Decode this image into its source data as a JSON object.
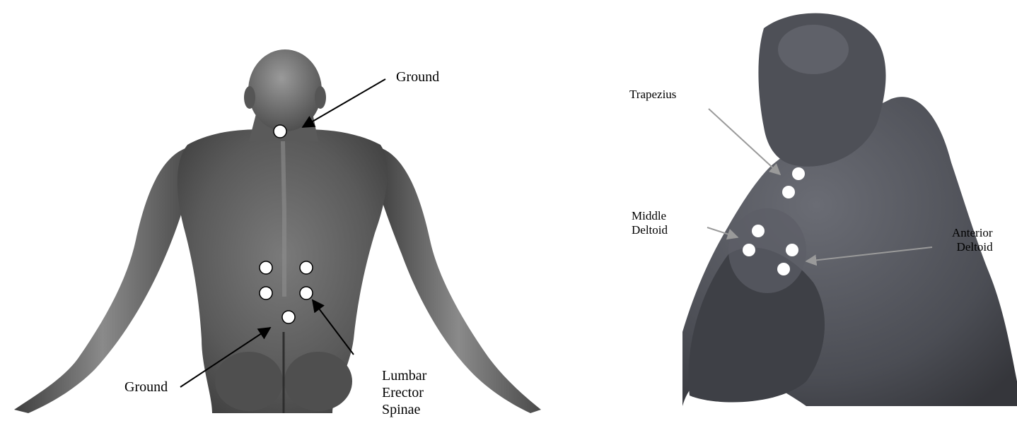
{
  "left_figure": {
    "labels": {
      "ground_top": "Ground",
      "ground_bottom": "Ground",
      "lumbar": "Lumbar\nErector\nSpinae"
    }
  },
  "right_figure": {
    "labels": {
      "trapezius": "Trapezius",
      "middle_deltoid": "Middle\nDeltoid",
      "anterior_deltoid": "Anterior\nDeltoid"
    }
  },
  "colors": {
    "body_dark": "#3c3c3c",
    "body_mid": "#6e6e6e",
    "body_light": "#b8b8b8",
    "right_body": "#4a4c52",
    "electrode_fill": "#ffffff",
    "black_arrow": "#000000",
    "gray_arrow": "#9a9a9a"
  }
}
